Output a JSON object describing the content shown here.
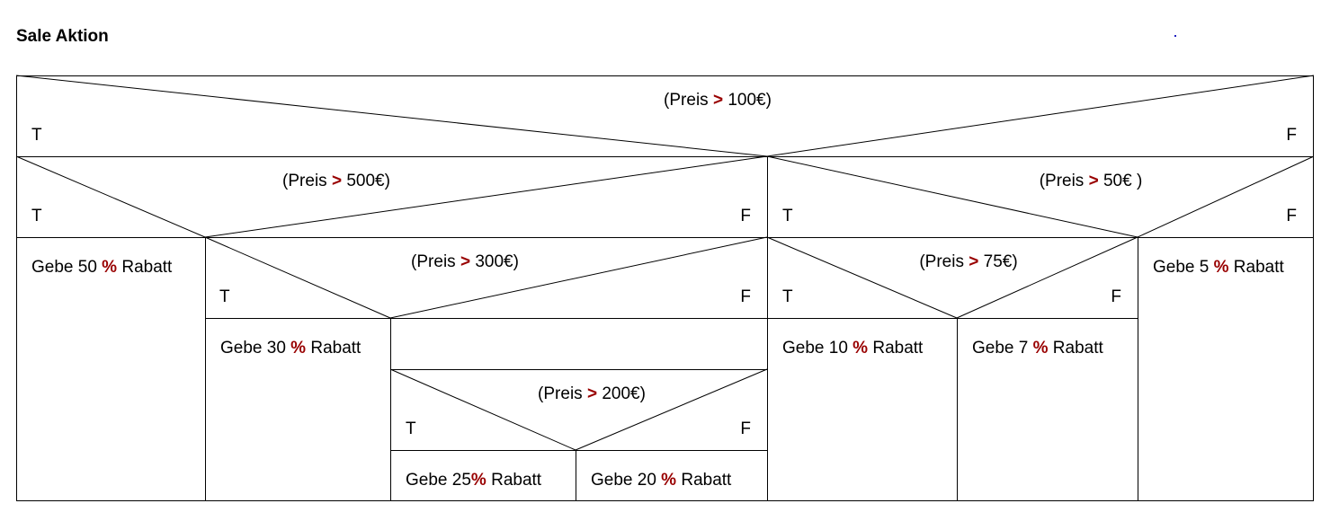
{
  "title": "Sale Aktion",
  "colors": {
    "operator": "#990000",
    "line": "#000000",
    "background": "#ffffff"
  },
  "labels": {
    "true": "T",
    "false": "F"
  },
  "conditions": {
    "c100": {
      "open": "(Preis ",
      "op": ">",
      "rest": " 100€)"
    },
    "c500": {
      "open": "(Preis ",
      "op": ">",
      "rest": " 500€)"
    },
    "c50": {
      "open": "(Preis ",
      "op": ">",
      "rest": " 50€ )"
    },
    "c300": {
      "open": "(Preis ",
      "op": ">",
      "rest": " 300€)"
    },
    "c75": {
      "open": "(Preis ",
      "op": ">",
      "rest": " 75€)"
    },
    "c200": {
      "open": "(Preis ",
      "op": ">",
      "rest": " 200€)"
    }
  },
  "actions": {
    "a50": {
      "pre": "Gebe 50 ",
      "pct": "%",
      "post": " Rabatt"
    },
    "a30": {
      "pre": "Gebe 30 ",
      "pct": "%",
      "post": " Rabatt"
    },
    "a25": {
      "pre": "Gebe 25",
      "pct": "%",
      "post": " Rabatt"
    },
    "a20": {
      "pre": "Gebe 20 ",
      "pct": "%",
      "post": " Rabatt"
    },
    "a10": {
      "pre": "Gebe 10 ",
      "pct": "%",
      "post": " Rabatt"
    },
    "a7": {
      "pre": "Gebe 7 ",
      "pct": "%",
      "post": " Rabatt"
    },
    "a5": {
      "pre": "Gebe 5 ",
      "pct": "%",
      "post": " Rabatt"
    }
  }
}
